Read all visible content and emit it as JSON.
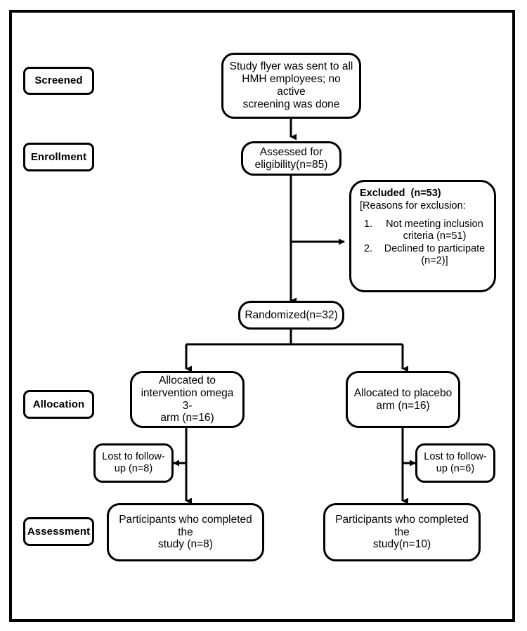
{
  "figure": {
    "type": "consort-flow-diagram",
    "border_color": "#000000",
    "background_color": "#ffffff",
    "text_color": "#000000"
  },
  "stages": [
    {
      "id": "screened",
      "label": "Screened"
    },
    {
      "id": "enrollment",
      "label": "Enrollment"
    },
    {
      "id": "allocation",
      "label": "Allocation"
    },
    {
      "id": "assessment",
      "label": "Assessment"
    }
  ],
  "nodes": {
    "flyer": "Study flyer was sent to all\nHMH employees; no active\nscreening was done",
    "assessed": "Assessed for\neligibility(n=85)",
    "randomized": "Randomized(n=32)",
    "allocated_intervention": "Allocated to\nintervention omega 3-\narm (n=16)",
    "allocated_placebo": "Allocated to placebo\narm (n=16)",
    "lost_intervention": "Lost to follow-\nup (n=8)",
    "lost_placebo": "Lost to follow-\nup (n=6)",
    "completed_intervention": "Participants who completed the\nstudy (n=8)",
    "completed_placebo": "Participants who completed the\nstudy(n=10)"
  },
  "excluded": {
    "title": "Excluded  (n=53)",
    "subtitle": "[Reasons for exclusion:",
    "reasons": [
      "Not meeting inclusion criteria (n=51)",
      "Declined to participate (n=2)]"
    ]
  },
  "counts": {
    "assessed_for_eligibility": 85,
    "excluded_total": 53,
    "not_meeting_inclusion_criteria": 51,
    "declined_to_participate": 2,
    "randomized": 32,
    "allocated_intervention": 16,
    "allocated_placebo": 16,
    "lost_to_followup_intervention": 8,
    "lost_to_followup_placebo": 6,
    "completed_intervention": 8,
    "completed_placebo": 10
  }
}
